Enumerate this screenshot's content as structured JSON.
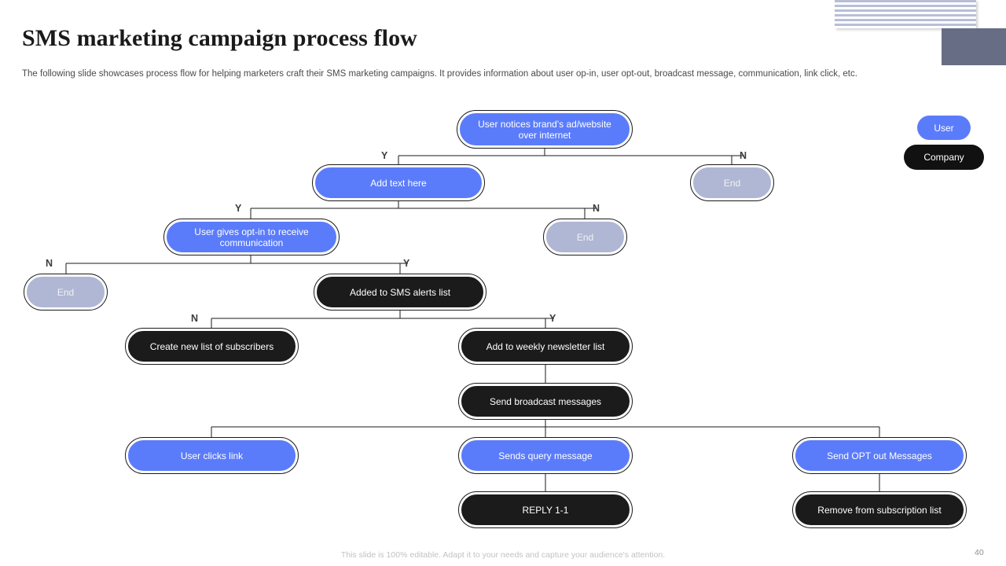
{
  "slide": {
    "title": "SMS marketing campaign process flow",
    "subtitle": "The following slide showcases process flow for helping marketers craft their SMS marketing campaigns. It provides information about user op-in, user opt-out, broadcast message, communication, link click, etc.",
    "footer_note": "This slide is 100% editable. Adapt it to your needs and capture your audience's attention.",
    "page_number": "40"
  },
  "colors": {
    "user_node": "#5b7cfa",
    "company_node": "#1b1b1b",
    "end_node": "#b0b7d4",
    "deco_block": "#666d85",
    "deco_stripe": "#b8bed6",
    "title_text": "#1a1a1a",
    "subtitle_text": "#4a4a4a",
    "footer_text": "#c2c2c2"
  },
  "legend": {
    "items": [
      {
        "label": "User",
        "type": "user"
      },
      {
        "label": "Company",
        "type": "company"
      }
    ]
  },
  "flow": {
    "nodes": [
      {
        "id": "n1",
        "label": "User notices brand's ad/website over internet",
        "type": "user"
      },
      {
        "id": "n2",
        "label": "Add text here",
        "type": "user"
      },
      {
        "id": "n3",
        "label": "End",
        "type": "end"
      },
      {
        "id": "n4",
        "label": "User gives opt-in to receive communication",
        "type": "user"
      },
      {
        "id": "n5",
        "label": "End",
        "type": "end"
      },
      {
        "id": "n6",
        "label": "End",
        "type": "end"
      },
      {
        "id": "n7",
        "label": "Added to SMS alerts list",
        "type": "company"
      },
      {
        "id": "n8",
        "label": "Create new list of subscribers",
        "type": "company"
      },
      {
        "id": "n9",
        "label": "Add to weekly newsletter list",
        "type": "company"
      },
      {
        "id": "n10",
        "label": "Send broadcast messages",
        "type": "company"
      },
      {
        "id": "n11",
        "label": "User clicks link",
        "type": "user"
      },
      {
        "id": "n12",
        "label": "Sends query message",
        "type": "user"
      },
      {
        "id": "n13",
        "label": "Send OPT out Messages",
        "type": "user"
      },
      {
        "id": "n14",
        "label": "REPLY 1-1",
        "type": "company"
      },
      {
        "id": "n15",
        "label": "Remove from subscription list",
        "type": "company"
      }
    ],
    "branch_labels": [
      {
        "id": "b1",
        "label": "Y"
      },
      {
        "id": "b2",
        "label": "N"
      },
      {
        "id": "b3",
        "label": "Y"
      },
      {
        "id": "b4",
        "label": "N"
      },
      {
        "id": "b5",
        "label": "N"
      },
      {
        "id": "b6",
        "label": "Y"
      },
      {
        "id": "b7",
        "label": "N"
      },
      {
        "id": "b8",
        "label": "Y"
      }
    ]
  }
}
